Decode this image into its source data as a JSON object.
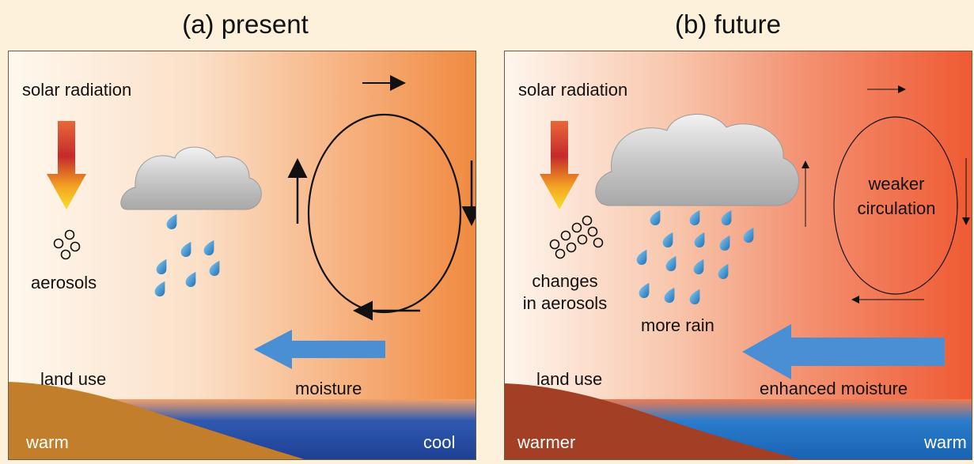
{
  "panels": [
    {
      "title": "(a) present",
      "labels": {
        "solar": "solar radiation",
        "aerosols": "aerosols",
        "land_use": "land use",
        "moisture": "moisture",
        "land_temp": "warm",
        "sea_temp": "cool"
      }
    },
    {
      "title": "(b) future",
      "labels": {
        "solar": "solar radiation",
        "aerosols_line1": "changes",
        "aerosols_line2": "in aerosols",
        "rain": "more rain",
        "circulation_line1": "weaker",
        "circulation_line2": "circulation",
        "land_use": "land use",
        "moisture": "enhanced moisture",
        "land_temp": "warmer",
        "sea_temp": "warm"
      }
    }
  ],
  "colors": {
    "land_present": "#c27e2a",
    "land_future": "#a33f24",
    "sea_present": "#2a4fa6",
    "sea_future": "#1e6fc4",
    "moisture_arrow": "#4a8fd4",
    "rain": "#2e8fcf"
  }
}
